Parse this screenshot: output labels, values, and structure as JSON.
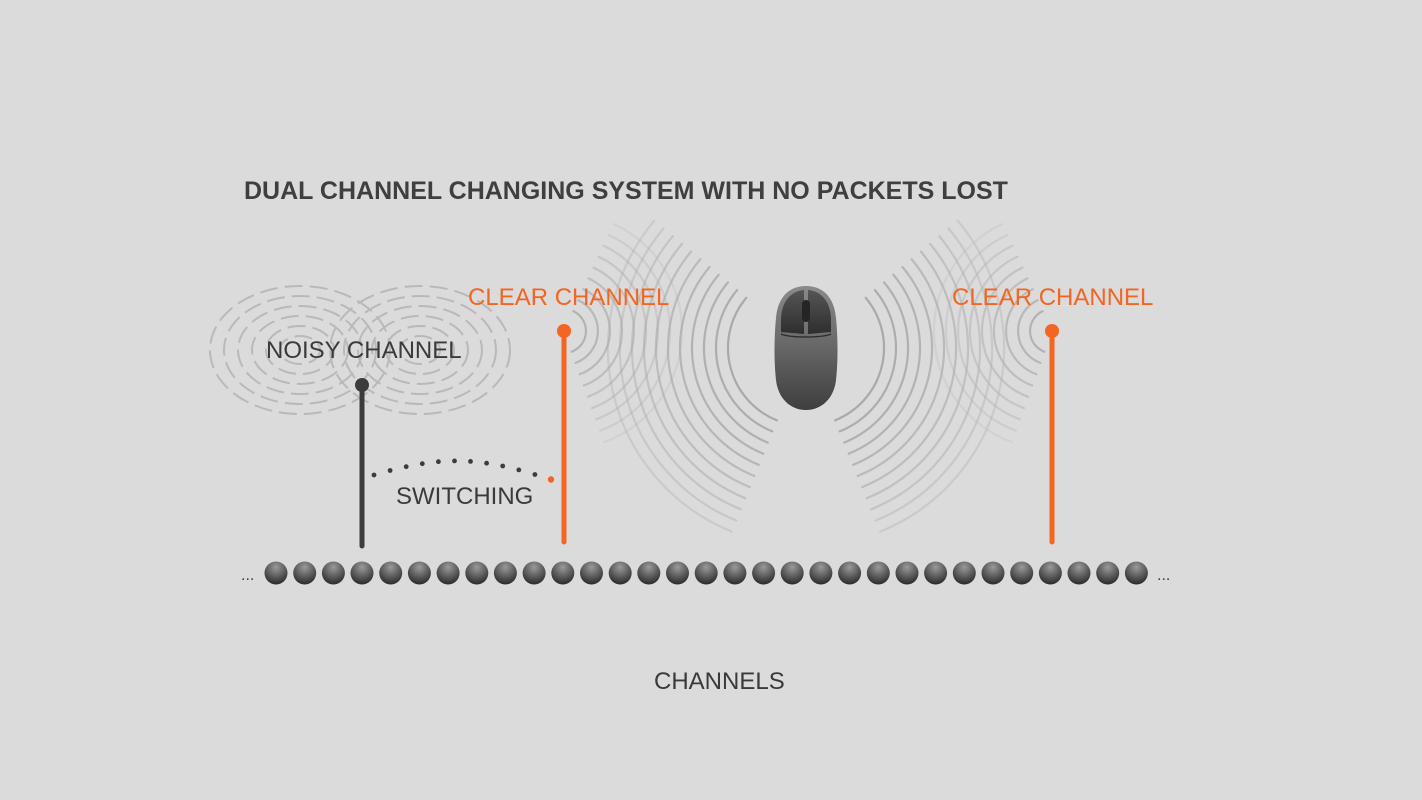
{
  "title": "DUAL CHANNEL CHANGING SYSTEM WITH NO PACKETS LOST",
  "labels": {
    "noisy_channel": "NOISY CHANNEL",
    "clear_channel_1": "CLEAR CHANNEL",
    "clear_channel_2": "CLEAR CHANNEL",
    "switching": "SWITCHING",
    "channels_axis": "CHANNELS"
  },
  "colors": {
    "background": "#dbdbdb",
    "accent_orange": "#f26522",
    "noisy_dark": "#3c3c3c",
    "text_dark": "#3f3f3f"
  },
  "channel_row": {
    "count": 31,
    "noisy_index": 3,
    "clear_indices": [
      10,
      27
    ],
    "leading_ellipsis": "...",
    "trailing_ellipsis": "..."
  },
  "icons": [
    "mouse-icon",
    "signal-wave-icon"
  ]
}
